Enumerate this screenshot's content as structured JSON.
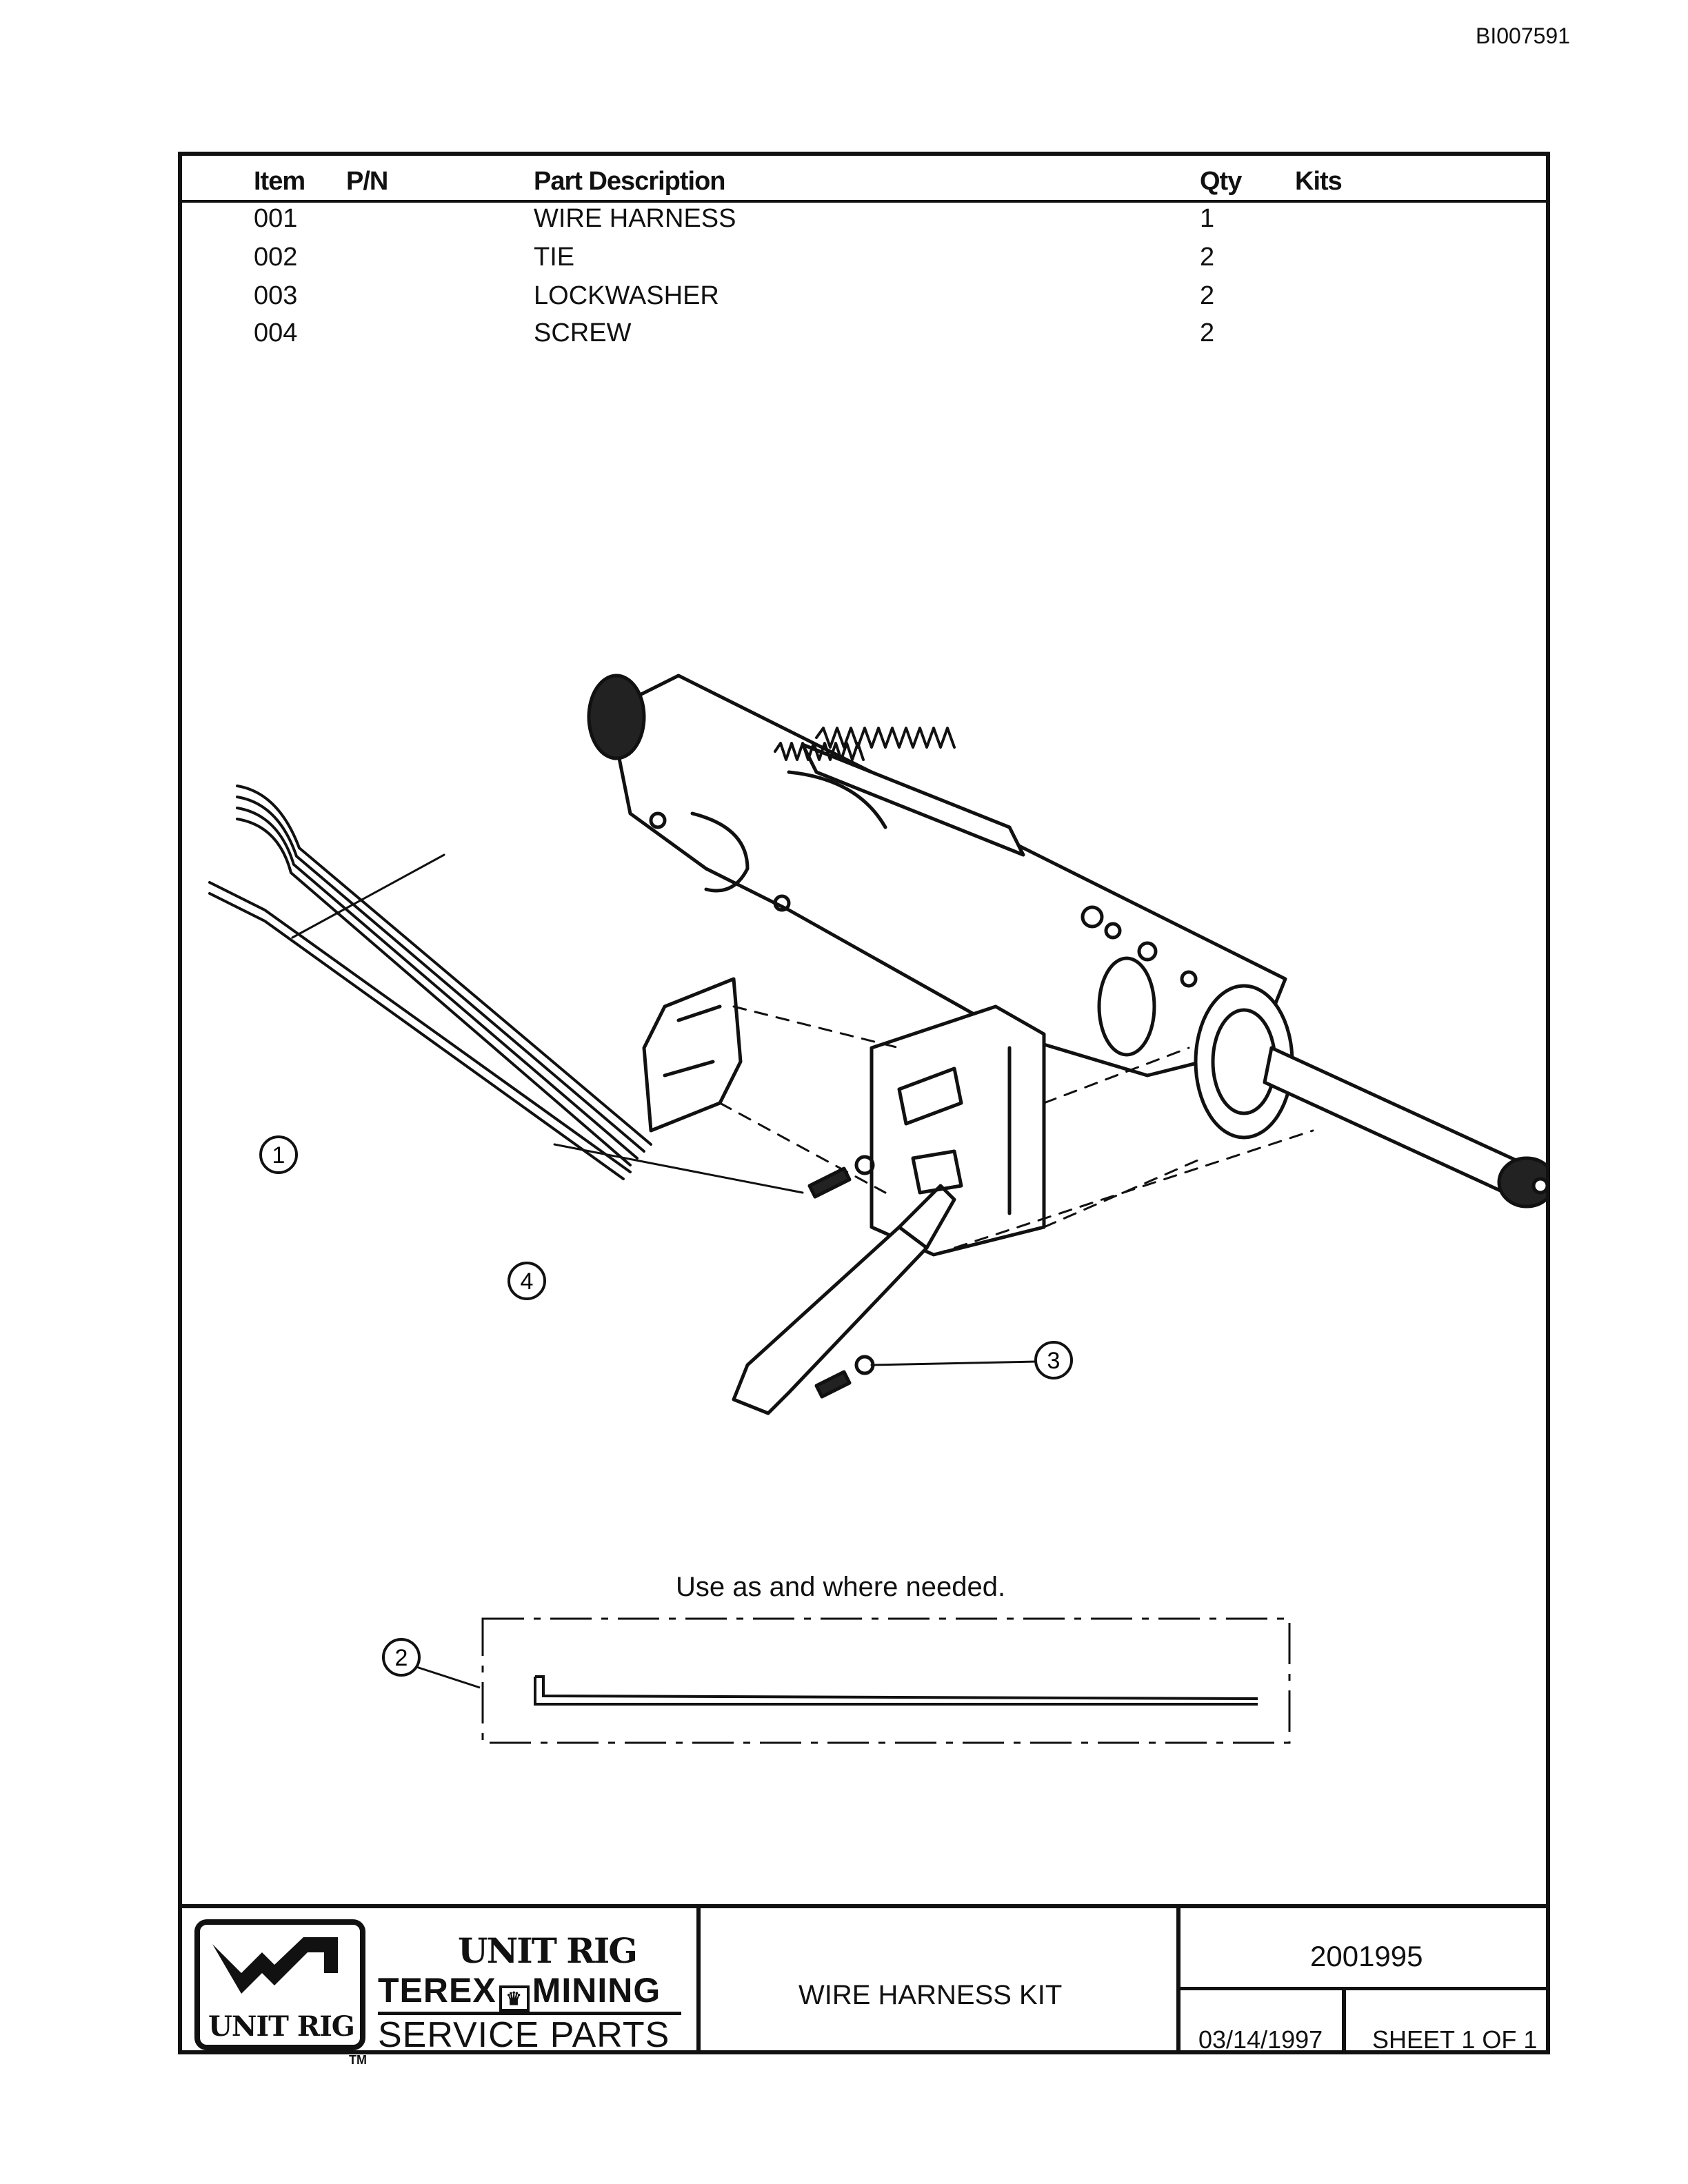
{
  "document_id": "BI007591",
  "parts_table": {
    "headers": {
      "item": "Item",
      "pn": "P/N",
      "description": "Part Description",
      "qty": "Qty",
      "kits": "Kits"
    },
    "rows": [
      {
        "item": "001",
        "pn": "",
        "description": "WIRE HARNESS",
        "qty": "1",
        "kits": ""
      },
      {
        "item": "002",
        "pn": "",
        "description": "TIE",
        "qty": "2",
        "kits": ""
      },
      {
        "item": "003",
        "pn": "",
        "description": "LOCKWASHER",
        "qty": "2",
        "kits": ""
      },
      {
        "item": "004",
        "pn": "",
        "description": "SCREW",
        "qty": "2",
        "kits": ""
      }
    ]
  },
  "diagram": {
    "callouts": [
      "1",
      "2",
      "3",
      "4"
    ],
    "note": "Use as and where needed."
  },
  "title_block": {
    "logo_text": "UNIT RIG",
    "brand_line1": "UNIT RIG",
    "brand_line2": "TEREX",
    "brand_line2b": "MINING",
    "brand_line3": "SERVICE PARTS",
    "trademark": "TM",
    "kit_title": "WIRE HARNESS KIT",
    "part_number": "2001995",
    "date": "03/14/1997",
    "sheet": "SHEET 1 OF 1"
  }
}
